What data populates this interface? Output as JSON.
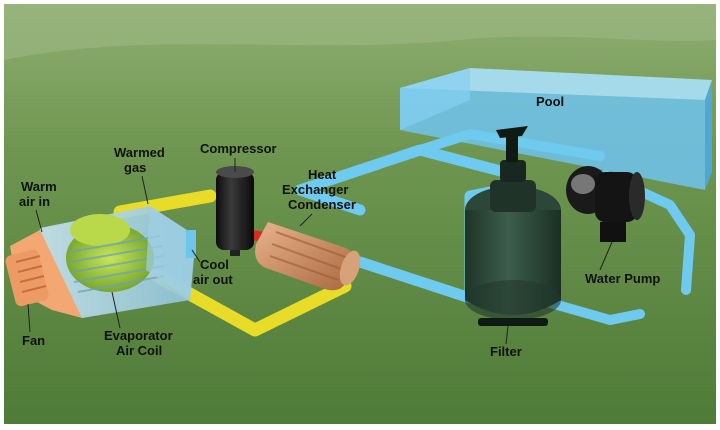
{
  "labels": {
    "pool": "Pool",
    "compressor": "Compressor",
    "warmed_gas_1": "Warmed",
    "warmed_gas_2": "gas",
    "warm_air_in_1": "Warm",
    "warm_air_in_2": "air in",
    "heat_exchanger_1": "Heat",
    "heat_exchanger_2": "Exchanger",
    "heat_exchanger_3": "Condenser",
    "cool_air_out_1": "Cool",
    "cool_air_out_2": "air out",
    "fan": "Fan",
    "evaporator_1": "Evaporator",
    "evaporator_2": "Air Coil",
    "filter": "Filter",
    "water_pump": "Water Pump"
  },
  "colors": {
    "ground": "#5f8a43",
    "water_pipe": "#67c6ec",
    "gas_pipe": "#e7dc22",
    "pool_water": "#5ab4ea",
    "filter_body": "#2f4a3b",
    "condenser": "#c98a5e",
    "fan_body": "#f0a070"
  }
}
